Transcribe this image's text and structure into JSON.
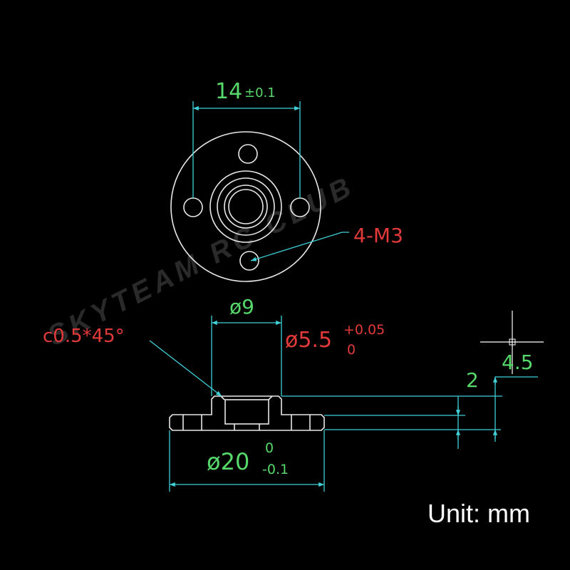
{
  "watermark": "SKYTEAM RC CLUB",
  "top_view": {
    "width_dim": "14",
    "width_tol": "±0.1",
    "holes_label": "4-M3"
  },
  "side_view": {
    "boss_dim": "ø9",
    "chamfer": "c0.5*45°",
    "bore_dim": "ø5.5",
    "bore_tol_upper": "+0.05",
    "bore_tol_lower": "0",
    "outer_dim": "ø20",
    "outer_tol_upper": "0",
    "outer_tol_lower": "-0.1",
    "height_total": "4.5",
    "height_flange": "2"
  },
  "unit_label": "Unit: mm",
  "colors": {
    "outline": "#e8e8e8",
    "dimension": "#3fd0d8",
    "dim_text": "#56d86a",
    "note_text": "#e23a3a"
  }
}
